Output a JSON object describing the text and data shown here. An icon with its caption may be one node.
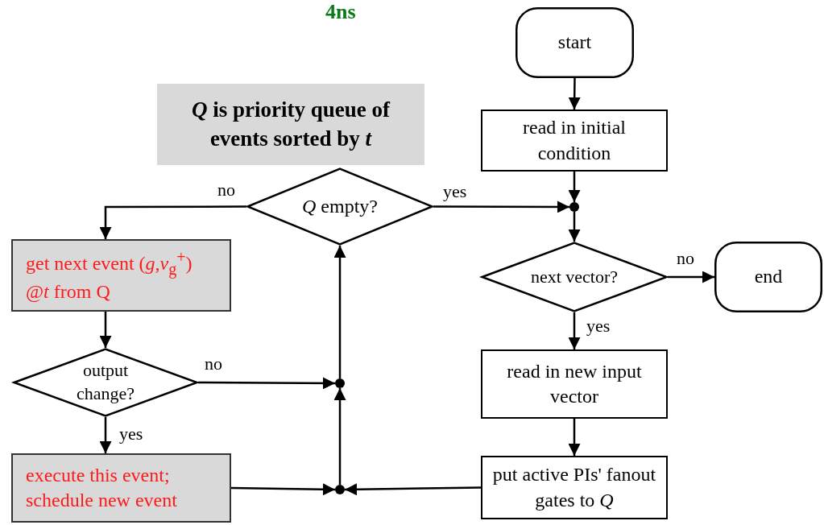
{
  "diagram": {
    "nodes": [
      {
        "text": [
          "*Q* is priority queue of events sorted by *t*"
        ]
      },
      {
        "text": [
          "start"
        ]
      },
      {
        "text": [
          "read in initial condition"
        ]
      },
      {
        "text": [
          "*Q* empty?"
        ]
      },
      {
        "text": [],
        "shape": "circle"
      },
      {
        "text": [
          "next vector?"
        ]
      },
      {
        "text": [
          "end"
        ]
      },
      {
        "text": [
          "get next event (*g*,*v*$_{g}$$^{+}$) @*t* from Q"
        ]
      },
      {
        "text": [
          "output change?"
        ]
      },
      {
        "text": [],
        "shape": "circle"
      },
      {
        "text": [
          "read in new input vector"
        ]
      },
      {
        "text": [
          "put active PIs' fanout gates to *Q*"
        ]
      },
      {
        "text": [
          "execute this event; schedule new event"
        ]
      },
      {
        "text": [],
        "shape": "circle"
      }
    ],
    "edges": [
      {
        "from": 1,
        "to": 2,
        "arrow": "to"
      },
      {
        "from": 2,
        "to": 4,
        "arrow": "to"
      },
      {
        "from": 3,
        "to": 4,
        "arrow": "to",
        "label": "yes"
      },
      {
        "from": 4,
        "to": 5,
        "arrow": "to"
      },
      {
        "from": 5,
        "to": 6,
        "arrow": "to",
        "label": "no"
      },
      {
        "from": 5,
        "to": 10,
        "arrow": "to",
        "label": "yes"
      },
      {
        "from": 10,
        "to": 11,
        "arrow": "to"
      },
      {
        "from": 11,
        "to": 13,
        "arrow": "to"
      },
      {
        "from": 12,
        "to": 13,
        "arrow": "to"
      },
      {
        "from": 13,
        "to": 9,
        "arrow": "to"
      },
      {
        "from": 8,
        "to": 9,
        "arrow": "to",
        "label": "no"
      },
      {
        "from": 9,
        "to": 3,
        "arrow": "to"
      },
      {
        "from": 3,
        "to": 7,
        "arrow": "to",
        "label": "no"
      },
      {
        "from": 7,
        "to": 8,
        "arrow": "to"
      },
      {
        "from": 8,
        "to": 12,
        "arrow": "to",
        "label": "yes"
      }
    ],
    "labels": [
      "4ns"
    ]
  }
}
